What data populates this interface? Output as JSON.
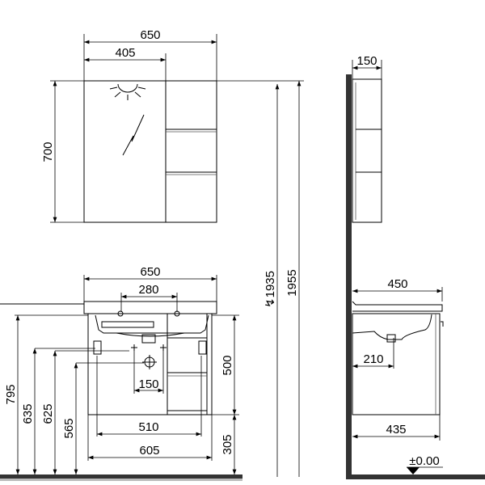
{
  "mirror_cabinet": {
    "width": "650",
    "mirror_width": "405",
    "height": "700",
    "depth": "150"
  },
  "heights": {
    "mirror_bottom_marker": "↯",
    "mirror_bottom": "1935",
    "mirror_top": "1955"
  },
  "vanity": {
    "basin_width": "650",
    "tap_spacing": "280",
    "height": "500",
    "floor_clearance": "305",
    "drain_offset": "150",
    "inner_width": "510",
    "width": "605",
    "top_height": "795",
    "bracket_height": "635",
    "supply_height": "625",
    "drain_height": "565",
    "basin_depth": "450",
    "drain_depth": "210",
    "cabinet_depth": "435"
  },
  "floor_level": "±0.00"
}
